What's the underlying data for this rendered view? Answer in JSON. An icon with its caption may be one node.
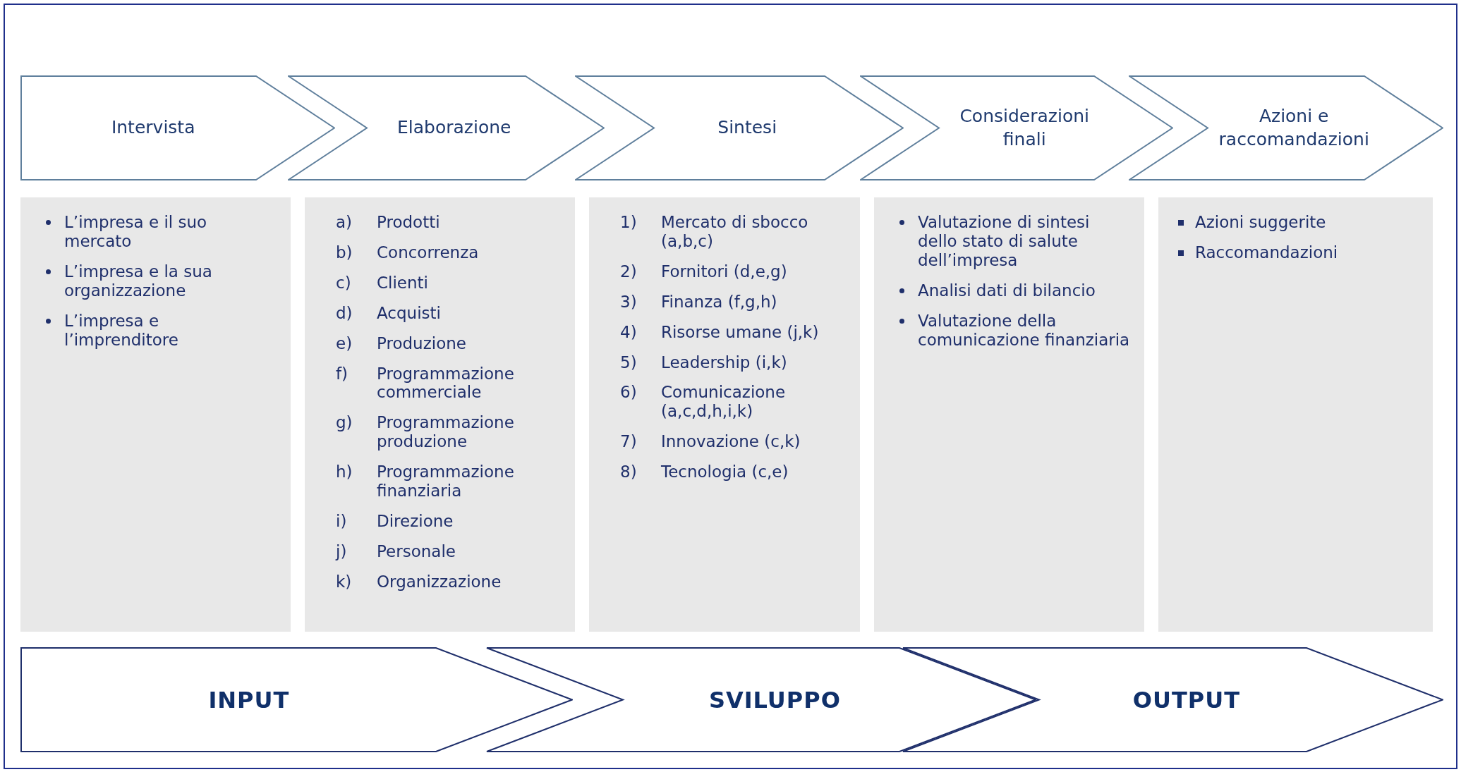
{
  "diagram": {
    "nodes": [
      {
        "text": [
          "Intervista"
        ]
      },
      {
        "text": [
          "Elaborazione"
        ]
      },
      {
        "text": [
          "Sintesi"
        ]
      },
      {
        "text": [
          "Considerazioni finali"
        ]
      },
      {
        "text": [
          "Azioni e raccomandazioni"
        ]
      },
      {
        "text": [
          "L’impresa e il suo mercato",
          "L’impresa e la sua organizzazione",
          "L’impresa e l’imprenditore"
        ]
      },
      {
        "text": [
          "a) Prodotti",
          "b) Concorrenza",
          "c) Clienti",
          "d) Acquisti",
          "e) Produzione",
          "f) Programmazione commerciale",
          "g) Programmazione produzione",
          "h) Programmazione finanziaria",
          "i) Direzione",
          "j) Personale",
          "k) Organizzazione"
        ]
      },
      {
        "text": [
          "1) Mercato di sbocco (a,b,c)",
          "2) Fornitori (d,e,g)",
          "3) Finanza (f,g,h)",
          "4) Risorse umane (j,k)",
          "5) Leadership (i,k)",
          "6) Comunicazione (a,c,d,h,i,k)",
          "7) Innovazione (c,k)",
          "8) Tecnologia (c,e)"
        ]
      },
      {
        "text": [
          "Valutazione di sintesi dello stato di salute dell’impresa",
          "Analisi dati di bilancio",
          "Valutazione della comunicazione finanziaria"
        ]
      },
      {
        "text": [
          "Azioni suggerite",
          "Raccomandazioni"
        ]
      },
      {
        "text": [
          "INPUT"
        ]
      },
      {
        "text": [
          "SVILUPPO"
        ]
      },
      {
        "text": [
          "OUTPUT"
        ]
      }
    ]
  }
}
